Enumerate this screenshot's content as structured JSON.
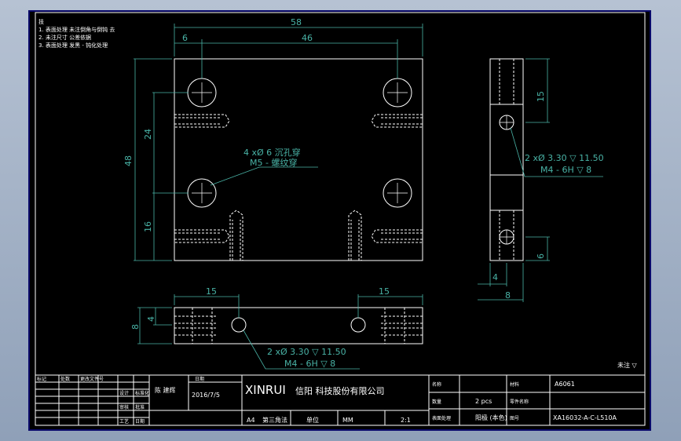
{
  "notes": {
    "header": "技",
    "lines": [
      "1. 表面处理 未注倒角与倒钝 去",
      "2. 未注尺寸 公差依据",
      "3. 表面处理 发黑 - 钝化处理"
    ]
  },
  "front_view": {
    "dims": {
      "overall_width": "58",
      "left_offset": "6",
      "hole_spacing_x": "46",
      "overall_height": "48",
      "hole_spacing_y": "24",
      "bottom_offset": "16"
    },
    "callout": [
      "4 xØ 6 沉孔穿",
      "M5 - 螺纹穿"
    ]
  },
  "side_view": {
    "dims": {
      "top": "15",
      "bottom": "6",
      "inner_width": "4",
      "width": "8"
    },
    "callout": [
      "2 xØ  3.30 ▽ 11.50",
      "M4 - 6H ▽ 8"
    ]
  },
  "bottom_view": {
    "dims": {
      "left": "15",
      "right": "15",
      "height": "8",
      "inner_height": "4"
    },
    "callout": [
      "2 xØ  3.30 ▽ 11.50",
      "M4 - 6H ▽ 8"
    ]
  },
  "roughness_note": "未注 ▽",
  "title_block": {
    "left_rows": [
      [
        "标记",
        "处数",
        "更改文件号"
      ],
      [
        "设计",
        "",
        "标准化"
      ],
      [
        "审核",
        "",
        "批准"
      ],
      [
        "工艺",
        "",
        "日期"
      ]
    ],
    "designer_label": "设计",
    "designer": "陈 建辉",
    "date": "2016/7/5",
    "company_latin": "XINRUI",
    "company_cn": "信阳 科技股份有限公司",
    "paper_size": "A4",
    "sheet": "第三角法",
    "unit_label": "单位",
    "unit": "MM",
    "scale": "2:1",
    "material_label": "材料",
    "material": "A6061",
    "name_label": "名称",
    "name": "",
    "qty_label": "数量",
    "qty": "2   pcs",
    "part_label": "零件名称",
    "process_label": "表面处理",
    "process": "阳极 (本色)",
    "drawing_no_label": "图号",
    "drawing_no": "XA16032-A-C-L510A"
  },
  "colors": {
    "sheet": "#000000",
    "outline": "#ffffff",
    "dimension": "#49b3a6",
    "border": "#0a0a6a"
  }
}
